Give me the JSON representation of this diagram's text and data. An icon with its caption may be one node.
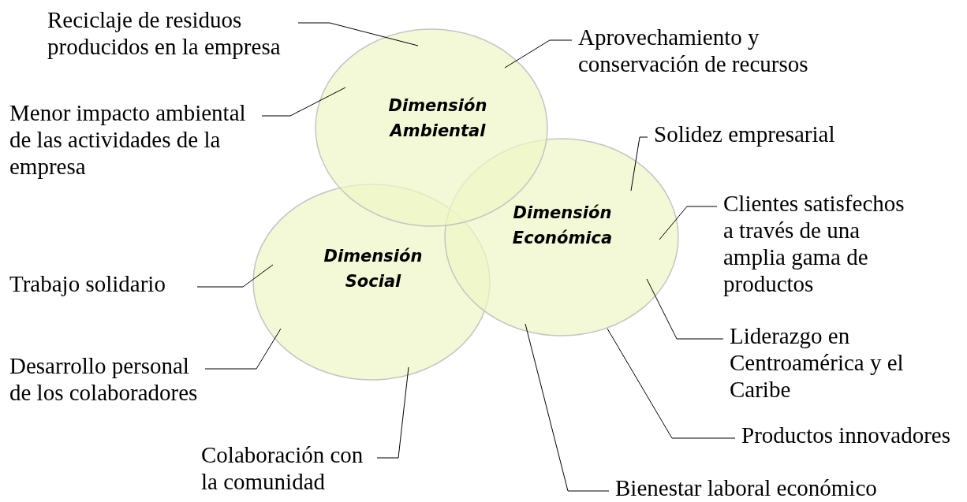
{
  "diagram": {
    "nodes": [
      {
        "text": [
          "Reciclaje de residuos producidos en la empresa"
        ]
      },
      {
        "text": [
          "Aprovechamiento y conservación de recursos"
        ]
      },
      {
        "text": [
          "Dimensión Ambiental"
        ]
      },
      {
        "text": [
          "Menor impacto ambiental de las actividades de la empresa"
        ]
      },
      {
        "text": [
          "Solidez empresarial"
        ]
      },
      {
        "text": [
          "Dimensión Económica"
        ]
      },
      {
        "text": [
          "Clientes satisfechos a través de una amplia gama de productos"
        ]
      },
      {
        "text": [
          "Dimensión Social"
        ]
      },
      {
        "text": [
          "Trabajo solidario"
        ]
      },
      {
        "text": [
          "Liderazgo en Centroamérica y el Caribe"
        ]
      },
      {
        "text": [
          "Desarrollo personal de los colaboradores"
        ]
      },
      {
        "text": [
          "Colaboración con la comunidad"
        ]
      },
      {
        "text": [
          "Productos innovadores"
        ]
      },
      {
        "text": [
          "Bienestar laboral económico"
        ]
      }
    ],
    "edges": [
      {
        "from": 0,
        "to": 2,
        "arrow": "none"
      },
      {
        "from": 1,
        "to": 2,
        "arrow": "none"
      },
      {
        "from": 3,
        "to": 2,
        "arrow": "none"
      },
      {
        "from": 4,
        "to": 5,
        "arrow": "none"
      },
      {
        "from": 6,
        "to": 5,
        "arrow": "none"
      },
      {
        "from": 8,
        "to": 7,
        "arrow": "none"
      },
      {
        "from": 9,
        "to": 5,
        "arrow": "none"
      },
      {
        "from": 10,
        "to": 7,
        "arrow": "none"
      },
      {
        "from": 11,
        "to": 7,
        "arrow": "none"
      },
      {
        "from": 12,
        "to": 5,
        "arrow": "none"
      },
      {
        "from": 13,
        "to": 5,
        "arrow": "none"
      }
    ]
  }
}
